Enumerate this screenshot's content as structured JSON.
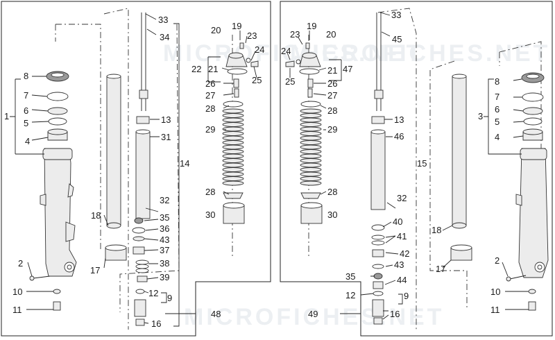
{
  "watermark": "MICROFICHES.NET",
  "labels": {
    "left": [
      "1",
      "2",
      "4",
      "5",
      "6",
      "7",
      "8",
      "9",
      "10",
      "11",
      "12",
      "13",
      "14",
      "16",
      "17",
      "18",
      "19",
      "20",
      "21",
      "22",
      "23",
      "24",
      "25",
      "26",
      "27",
      "28",
      "28",
      "29",
      "30",
      "31",
      "32",
      "33",
      "34",
      "35",
      "36",
      "37",
      "38",
      "39",
      "43",
      "48"
    ],
    "right": [
      "3",
      "2",
      "4",
      "5",
      "6",
      "7",
      "8",
      "9",
      "10",
      "11",
      "12",
      "13",
      "15",
      "16",
      "17",
      "18",
      "19",
      "20",
      "21",
      "23",
      "24",
      "25",
      "26",
      "27",
      "28",
      "28",
      "29",
      "30",
      "32",
      "33",
      "35",
      "40",
      "41",
      "42",
      "43",
      "44",
      "45",
      "46",
      "47",
      "49"
    ]
  }
}
